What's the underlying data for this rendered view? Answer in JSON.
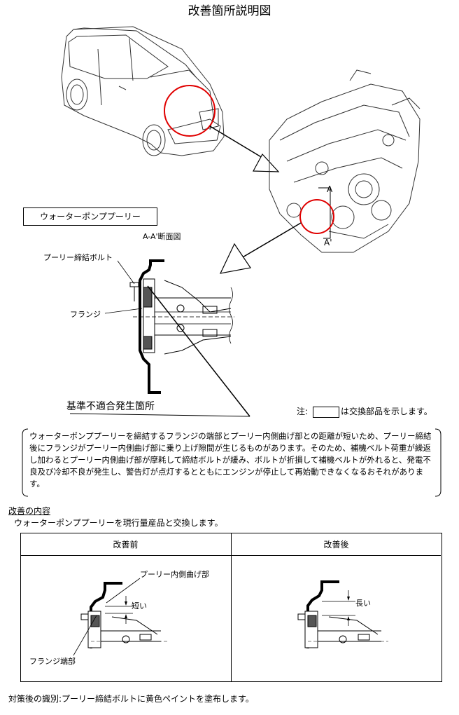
{
  "page_title": "改善箇所説明図",
  "labels": {
    "water_pump_pulley": "ウォーターポンププーリー",
    "section": "A-A'断面図",
    "bolt": "プーリー締結ボルト",
    "flange": "フランジ",
    "nonconformity": "基準不適合発生箇所",
    "section_a": "A",
    "section_a_prime": "A'"
  },
  "legend": {
    "prefix": "注:",
    "suffix": "は交換部品を示します。"
  },
  "description": "ウォーターポンププーリーを締結するフランジの端部とプーリー内側曲げ部との距離が短いため、プーリー締結後にフランジがプーリー内側曲げ部に乗り上げ隙間が生じるものがあります。そのため、補機ベルト荷重が繰返し加わるとプーリー内側曲げ部が摩耗して締結ボルトが緩み、ボルトが折損して補機ベルトが外れると、発電不良及び冷却不良が発生し、警告灯が点灯するとともにエンジンが停止して再始動できなくなるおそれがあります。",
  "improvement": {
    "heading": "改善の内容",
    "text": "ウォーターポンププーリーを現行量産品と交換します。"
  },
  "comparison": {
    "before_label": "改善前",
    "after_label": "改善後",
    "bend_label": "プーリー内側曲げ部",
    "short_label": "短い",
    "long_label": "長い",
    "flange_end_label": "フランジ端部"
  },
  "footer": "対策後の識別:プーリー締結ボルトに黄色ペイントを塗布します。"
}
